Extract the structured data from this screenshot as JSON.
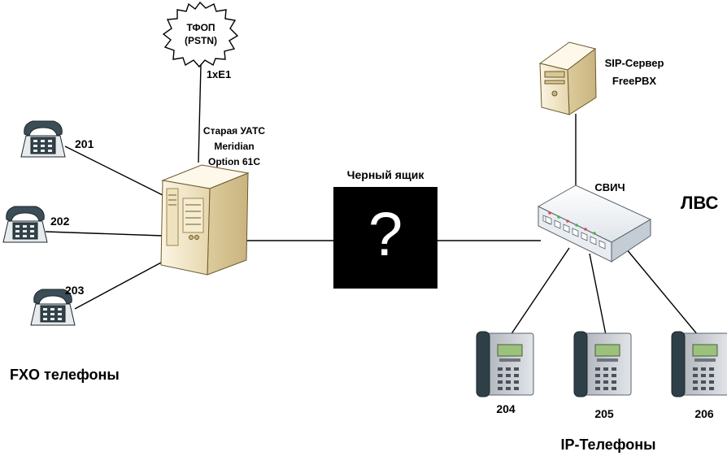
{
  "pstn": {
    "line1": "ТФОП",
    "line2": "(PSTN)"
  },
  "trunk_label": "1xE1",
  "old_pbx": {
    "line1": "Старая УАТС",
    "line2": "Meridian",
    "line3": "Option 61C"
  },
  "black_box": {
    "title": "Черный ящик",
    "mark": "?"
  },
  "sip_server": {
    "line1": "SIP-Сервер",
    "line2": "FreePBX"
  },
  "switch_label": "СВИЧ",
  "lan_label": "ЛВС",
  "fxo_phones": {
    "group_label": "FXO телефоны",
    "items": [
      "201",
      "202",
      "203"
    ]
  },
  "ip_phones": {
    "group_label": "IP-Телефоны",
    "items": [
      "204",
      "205",
      "206"
    ]
  },
  "colors": {
    "black_box": "#000000",
    "cloud_fill": "#ffffff",
    "server_body": "#f3e9cf",
    "phone_body": "#2e3f47",
    "ip_phone_case": "#c8ccd2",
    "ip_phone_screen": "#9bc27a",
    "switch_body": "#eef1f5"
  }
}
